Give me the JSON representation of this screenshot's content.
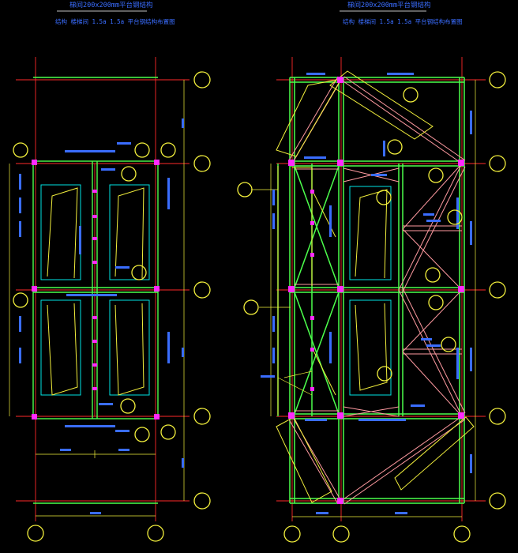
{
  "left_plan": {
    "title": "梯间200x200mm平台钢结构",
    "subtitle": "结构 楼梯间 1.5a  1.5a 平台钢结构布置图"
  },
  "right_plan": {
    "title": "梯间200x200mm平台钢结构",
    "subtitle": "结构 楼梯间 1.5a  1.5a 平台钢结构布置图"
  },
  "colors": {
    "background": "#000000",
    "axis": "#ff2a2a",
    "beam": "#4cff4c",
    "truss": "#ff9aa0",
    "dimension": "#f2ef3c",
    "text": "#3a6dff",
    "opening": "#00e5e5",
    "node": "#ff2aff"
  }
}
